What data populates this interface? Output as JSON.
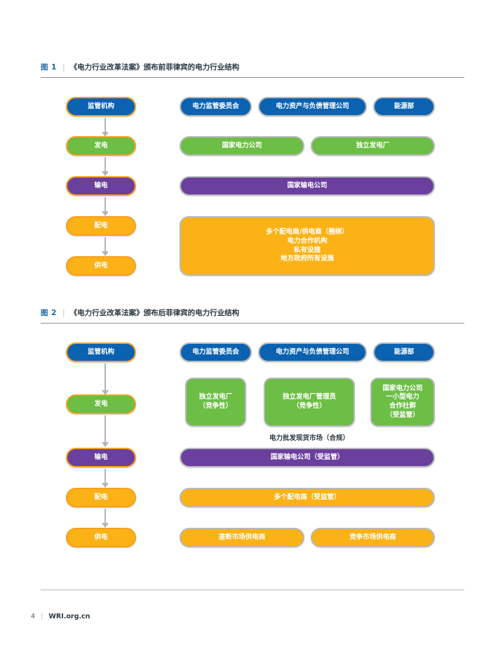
{
  "figures": [
    {
      "label": "图 1",
      "separator": "|",
      "caption": "《电力行业改革法案》颁布前菲律宾的电力行业结构",
      "stages": [
        {
          "name": "监管机构",
          "color": "#0a62b0"
        },
        {
          "name": "发电",
          "color": "#6cbe45"
        },
        {
          "name": "输电",
          "color": "#6b3f9e"
        },
        {
          "name": "配电",
          "color": "#fbb216"
        },
        {
          "name": "供电",
          "color": "#fbb216"
        }
      ],
      "entities": {
        "regulators": [
          {
            "name": "电力监管委员会",
            "color": "#0a62b0"
          },
          {
            "name": "电力资产与负债管理公司",
            "color": "#0a62b0"
          },
          {
            "name": "能源部",
            "color": "#0a62b0"
          }
        ],
        "generation": [
          {
            "name": "国家电力公司",
            "color": "#6cbe45"
          },
          {
            "name": "独立发电厂",
            "color": "#6cbe45"
          }
        ],
        "transmission": [
          {
            "name": "国家输电公司",
            "color": "#6b3f9e"
          }
        ],
        "distribution_supply": [
          {
            "lines": [
              "多个配电商/供电商（捆绑）",
              "电力合作机构",
              "私有设施",
              "地方政府所有设施"
            ],
            "color": "#fbb216"
          }
        ]
      }
    },
    {
      "label": "图 2",
      "separator": "|",
      "caption": "《电力行业改革法案》颁布后菲律宾的电力行业结构",
      "stages": [
        {
          "name": "监管机构",
          "color": "#0a62b0"
        },
        {
          "name": "发电",
          "color": "#6cbe45"
        },
        {
          "name": "输电",
          "color": "#6b3f9e"
        },
        {
          "name": "配电",
          "color": "#fbb216"
        },
        {
          "name": "供电",
          "color": "#fbb216"
        }
      ],
      "entities": {
        "regulators": [
          {
            "name": "电力监管委员会",
            "color": "#0a62b0"
          },
          {
            "name": "电力资产与负债管理公司",
            "color": "#0a62b0"
          },
          {
            "name": "能源部",
            "color": "#0a62b0"
          }
        ],
        "generation": [
          {
            "lines": [
              "独立发电厂",
              "（竞争性）"
            ],
            "color": "#6cbe45"
          },
          {
            "lines": [
              "独立发电厂管理员",
              "（竞争性）"
            ],
            "color": "#6cbe45"
          },
          {
            "lines": [
              "国家电力公司",
              "一小型电力",
              "合作社群",
              "（受监管）"
            ],
            "color": "#6cbe45"
          }
        ],
        "market_note": "电力批发现货市场（合规）",
        "transmission": [
          {
            "name": "国家输电公司（受监管）",
            "color": "#6b3f9e"
          }
        ],
        "distribution": [
          {
            "name": "多个配电商（受监管）",
            "color": "#fbb216"
          }
        ],
        "supply": [
          {
            "name": "垄断市场供电商",
            "color": "#fbb216"
          },
          {
            "name": "竞争市场供电商",
            "color": "#fbb216"
          }
        ]
      }
    }
  ],
  "footer": {
    "page_number": "4",
    "separator": "|",
    "site": "WRI.org.cn"
  },
  "colors": {
    "accent_label": "#1a6aa8",
    "stage_outline": "#f5a01c",
    "entity_outline": "#b7b9bb",
    "connector": "#b0b4b8",
    "blue": "#0a62b0",
    "green": "#6cbe45",
    "purple": "#6b3f9e",
    "orange": "#fbb216"
  }
}
